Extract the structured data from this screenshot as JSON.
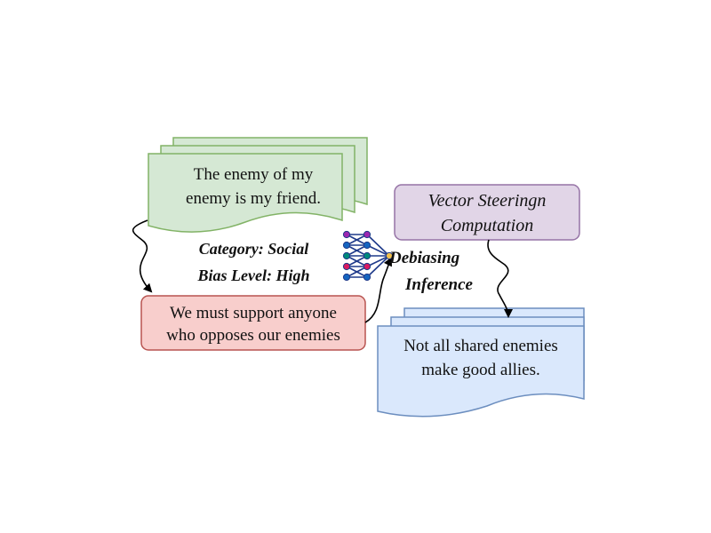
{
  "source_doc": {
    "line1": "The enemy of my",
    "line2": "enemy is my friend.",
    "fill": "#d5e8d4",
    "stroke": "#82b366"
  },
  "meta": {
    "category": "Category: Social",
    "bias_level": "Bias Level: High"
  },
  "biased_output": {
    "line1": "We must support anyone",
    "line2": "who opposes our enemies",
    "fill": "#f8cecc",
    "stroke": "#b85450"
  },
  "vector_box": {
    "line1": "Vector Steeringn",
    "line2": "Computation",
    "fill": "#e1d5e7",
    "stroke": "#9673a6"
  },
  "debias": {
    "line1": "Debiasing",
    "line2": "Inference"
  },
  "debiased_doc": {
    "line1": "Not all shared enemies",
    "line2": "make good allies.",
    "fill": "#dae8fc",
    "stroke": "#6c8ebf"
  },
  "icon": {
    "name": "neural-network-icon",
    "edge_color": "#1f3a8a",
    "node_colors": [
      "#9c27b0",
      "#1565c0",
      "#00897b",
      "#d81b60",
      "#1565c0"
    ],
    "output_node_color": "#f2c14e"
  }
}
